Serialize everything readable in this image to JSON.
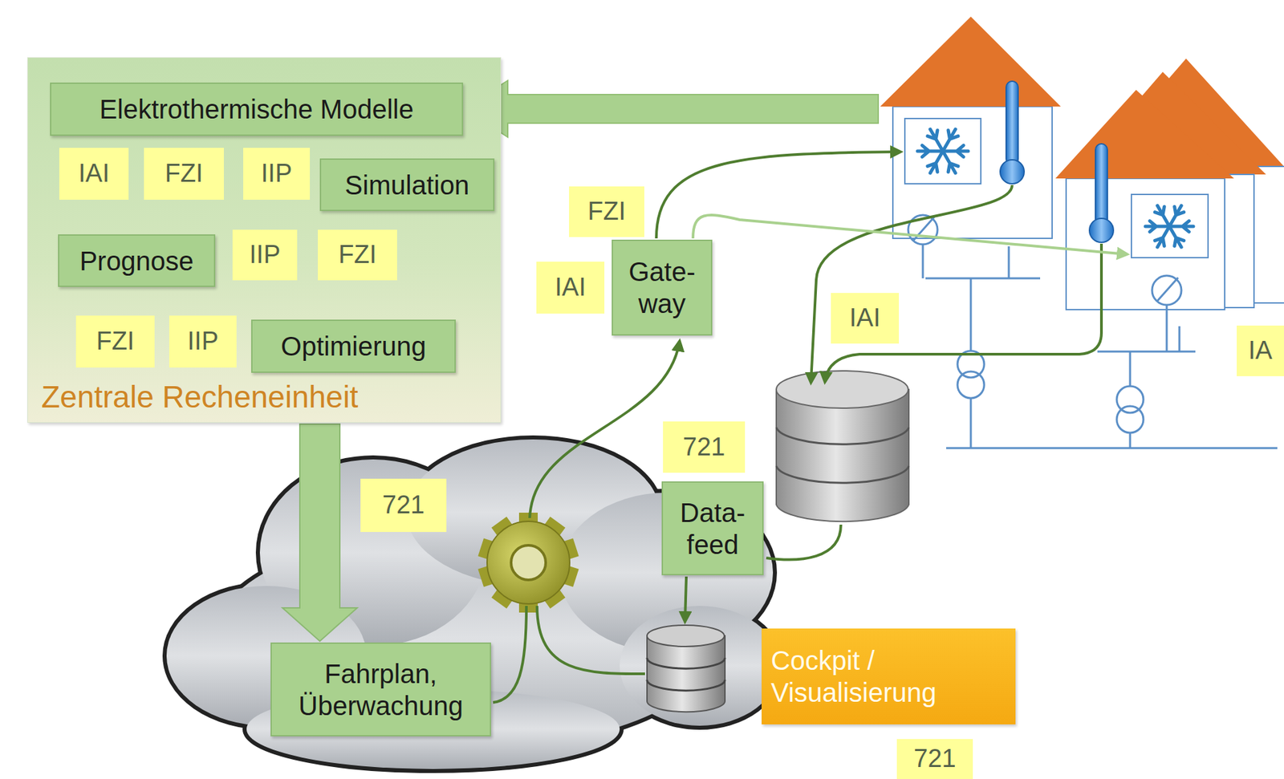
{
  "diagram": {
    "nodes": [
      {
        "text": [
          "Zentrale Recheneinheit"
        ]
      },
      {
        "text": [
          "Elektrothermische Modelle"
        ],
        "in": 0
      },
      {
        "text": [
          "IAI"
        ],
        "in": 0
      },
      {
        "text": [
          "FZI"
        ],
        "in": 0
      },
      {
        "text": [
          "IIP"
        ],
        "in": 0
      },
      {
        "text": [
          "Simulation"
        ],
        "in": 0
      },
      {
        "text": [
          "Prognose"
        ],
        "in": 0
      },
      {
        "text": [
          "IIP"
        ],
        "in": 0
      },
      {
        "text": [
          "FZI"
        ],
        "in": 0
      },
      {
        "text": [
          "FZI"
        ],
        "in": 0
      },
      {
        "text": [
          "IIP"
        ],
        "in": 0
      },
      {
        "text": [
          "Optimierung"
        ],
        "in": 0
      },
      {
        "text": [
          "FZI"
        ]
      },
      {
        "text": [
          "Gate- way"
        ]
      },
      {
        "text": [
          "IAI"
        ]
      },
      {
        "text": [
          "IAI"
        ]
      },
      {
        "text": [
          "IA"
        ]
      },
      {
        "text": [
          "721"
        ]
      },
      {
        "text": [
          "721"
        ]
      },
      {
        "text": [
          "Data- feed"
        ]
      },
      {
        "text": [
          "Fahrplan, Überwachung"
        ]
      },
      {
        "text": [
          "Cockpit / Visualisierung"
        ]
      },
      {
        "text": [
          "721"
        ]
      }
    ],
    "edges": [
      {
        "from": 0,
        "to": 20,
        "arrow": "to"
      }
    ]
  }
}
